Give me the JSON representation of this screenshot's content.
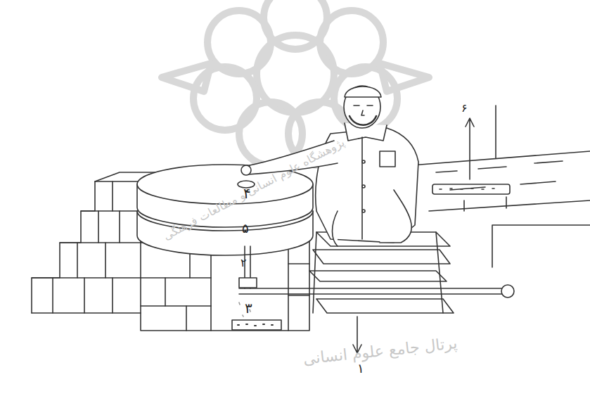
{
  "diagram": {
    "labels": [
      "۴",
      "۵",
      "۲",
      "۳",
      "۱",
      "۶",
      "پرتال جامع علوم انسانی",
      "پژوهشگاه علوم انسانی و مطالعات فرهنگی"
    ]
  }
}
